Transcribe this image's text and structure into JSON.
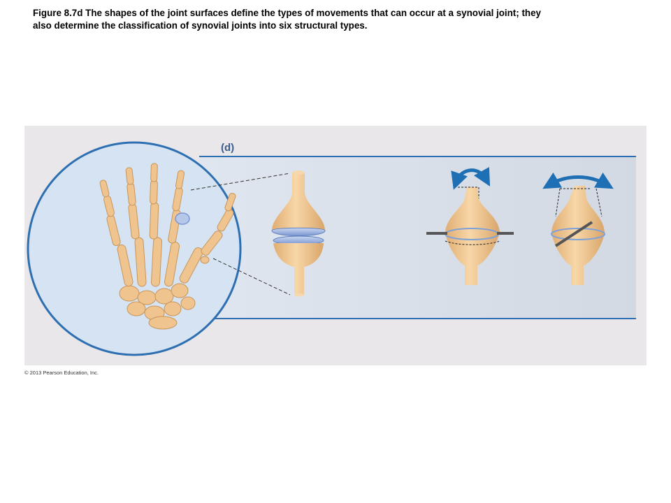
{
  "caption": {
    "line1": "Figure 8.7d  The shapes of the joint surfaces define the types of movements that can occur at a synovial joint; they",
    "line2": "also determine the classification of synovial joints into six structural types."
  },
  "figure": {
    "panel_label": "(d)",
    "panel_type": "saddle joint",
    "colors": {
      "bone": "#f2c893",
      "bone_shadow": "#d9a56a",
      "cartilage": "#9fb6e4",
      "circle_fill": "#d6e3f3",
      "circle_stroke": "#2e6fb1",
      "arrow": "#1f6fb5",
      "band": "#dfe3eb",
      "band_line": "#2e6fb1"
    }
  },
  "copyright": "© 2013 Pearson Education, Inc."
}
